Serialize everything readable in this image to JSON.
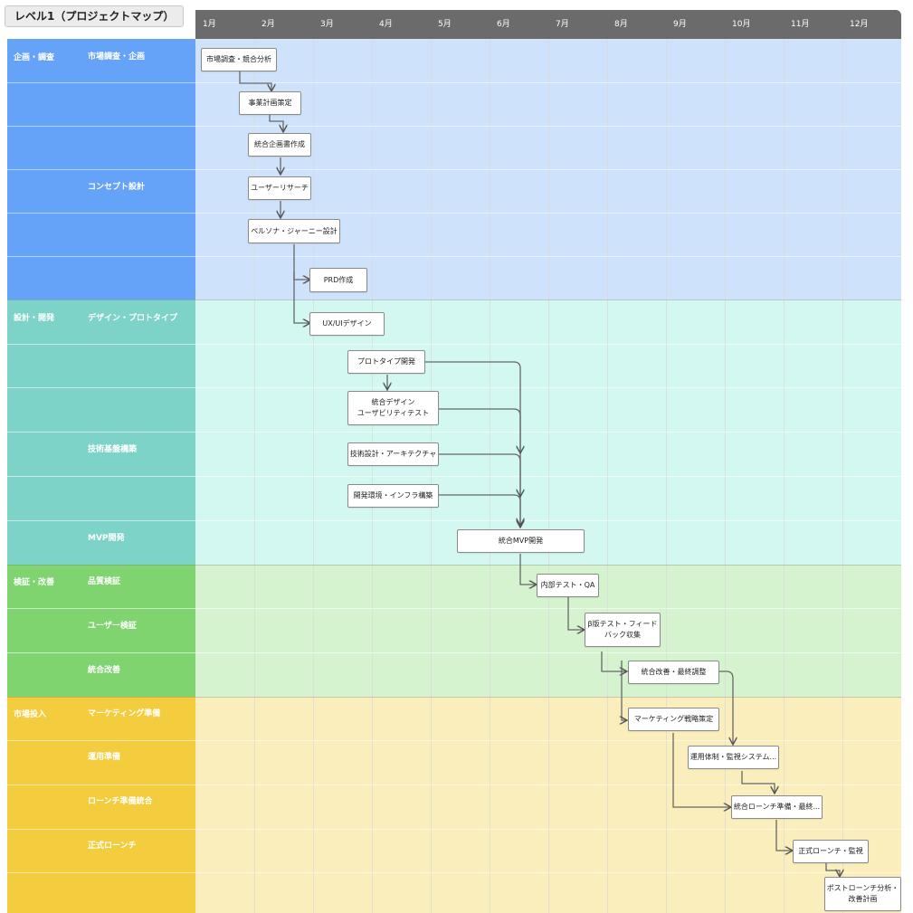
{
  "title": "レベル1（プロジェクトマップ）",
  "months": [
    "1月",
    "2月",
    "3月",
    "4月",
    "5月",
    "6月",
    "7月",
    "8月",
    "9月",
    "10月",
    "11月",
    "12月"
  ],
  "phases": [
    {
      "label": "企画・調査",
      "color": "#65a3f8",
      "bg": "#cfe2fc"
    },
    {
      "label": "設計・開発",
      "color": "#7dd3c8",
      "bg": "#d3f8f2"
    },
    {
      "label": "検証・改善",
      "color": "#7fd46f",
      "bg": "#d6f3d0"
    },
    {
      "label": "市場投入",
      "color": "#f3cd3e",
      "bg": "#fbeebd"
    }
  ],
  "subphases": [
    "市場調査・企画",
    "コンセプト設計",
    "デザイン・プロトタイプ",
    "技術基盤構築",
    "MVP開発",
    "品質検証",
    "ユーザー検証",
    "統合改善",
    "マーケティング準備",
    "運用準備",
    "ローンチ準備統合",
    "正式ローンチ"
  ],
  "tasks": [
    "市場調査・競合分析",
    "事業計画策定",
    "統合企画書作成",
    "ユーザーリサーチ",
    "ペルソナ・ジャーニー設計",
    "PRD作成",
    "UX/UIデザイン",
    "プロトタイプ開発",
    "統合デザイン\nユーザビリティテスト",
    "技術設計・アーキテクチャ",
    "開発環境・インフラ構築",
    "統合MVP開発",
    "内部テスト・QA",
    "β版テスト・フィード\nバック収集",
    "統合改善・最終調整",
    "マーケティング戦略策定",
    "運用体制・監視システム...",
    "統合ローンチ準備・最終...",
    "正式ローンチ・監視",
    "ポストローンチ分析・\n改善計画"
  ]
}
